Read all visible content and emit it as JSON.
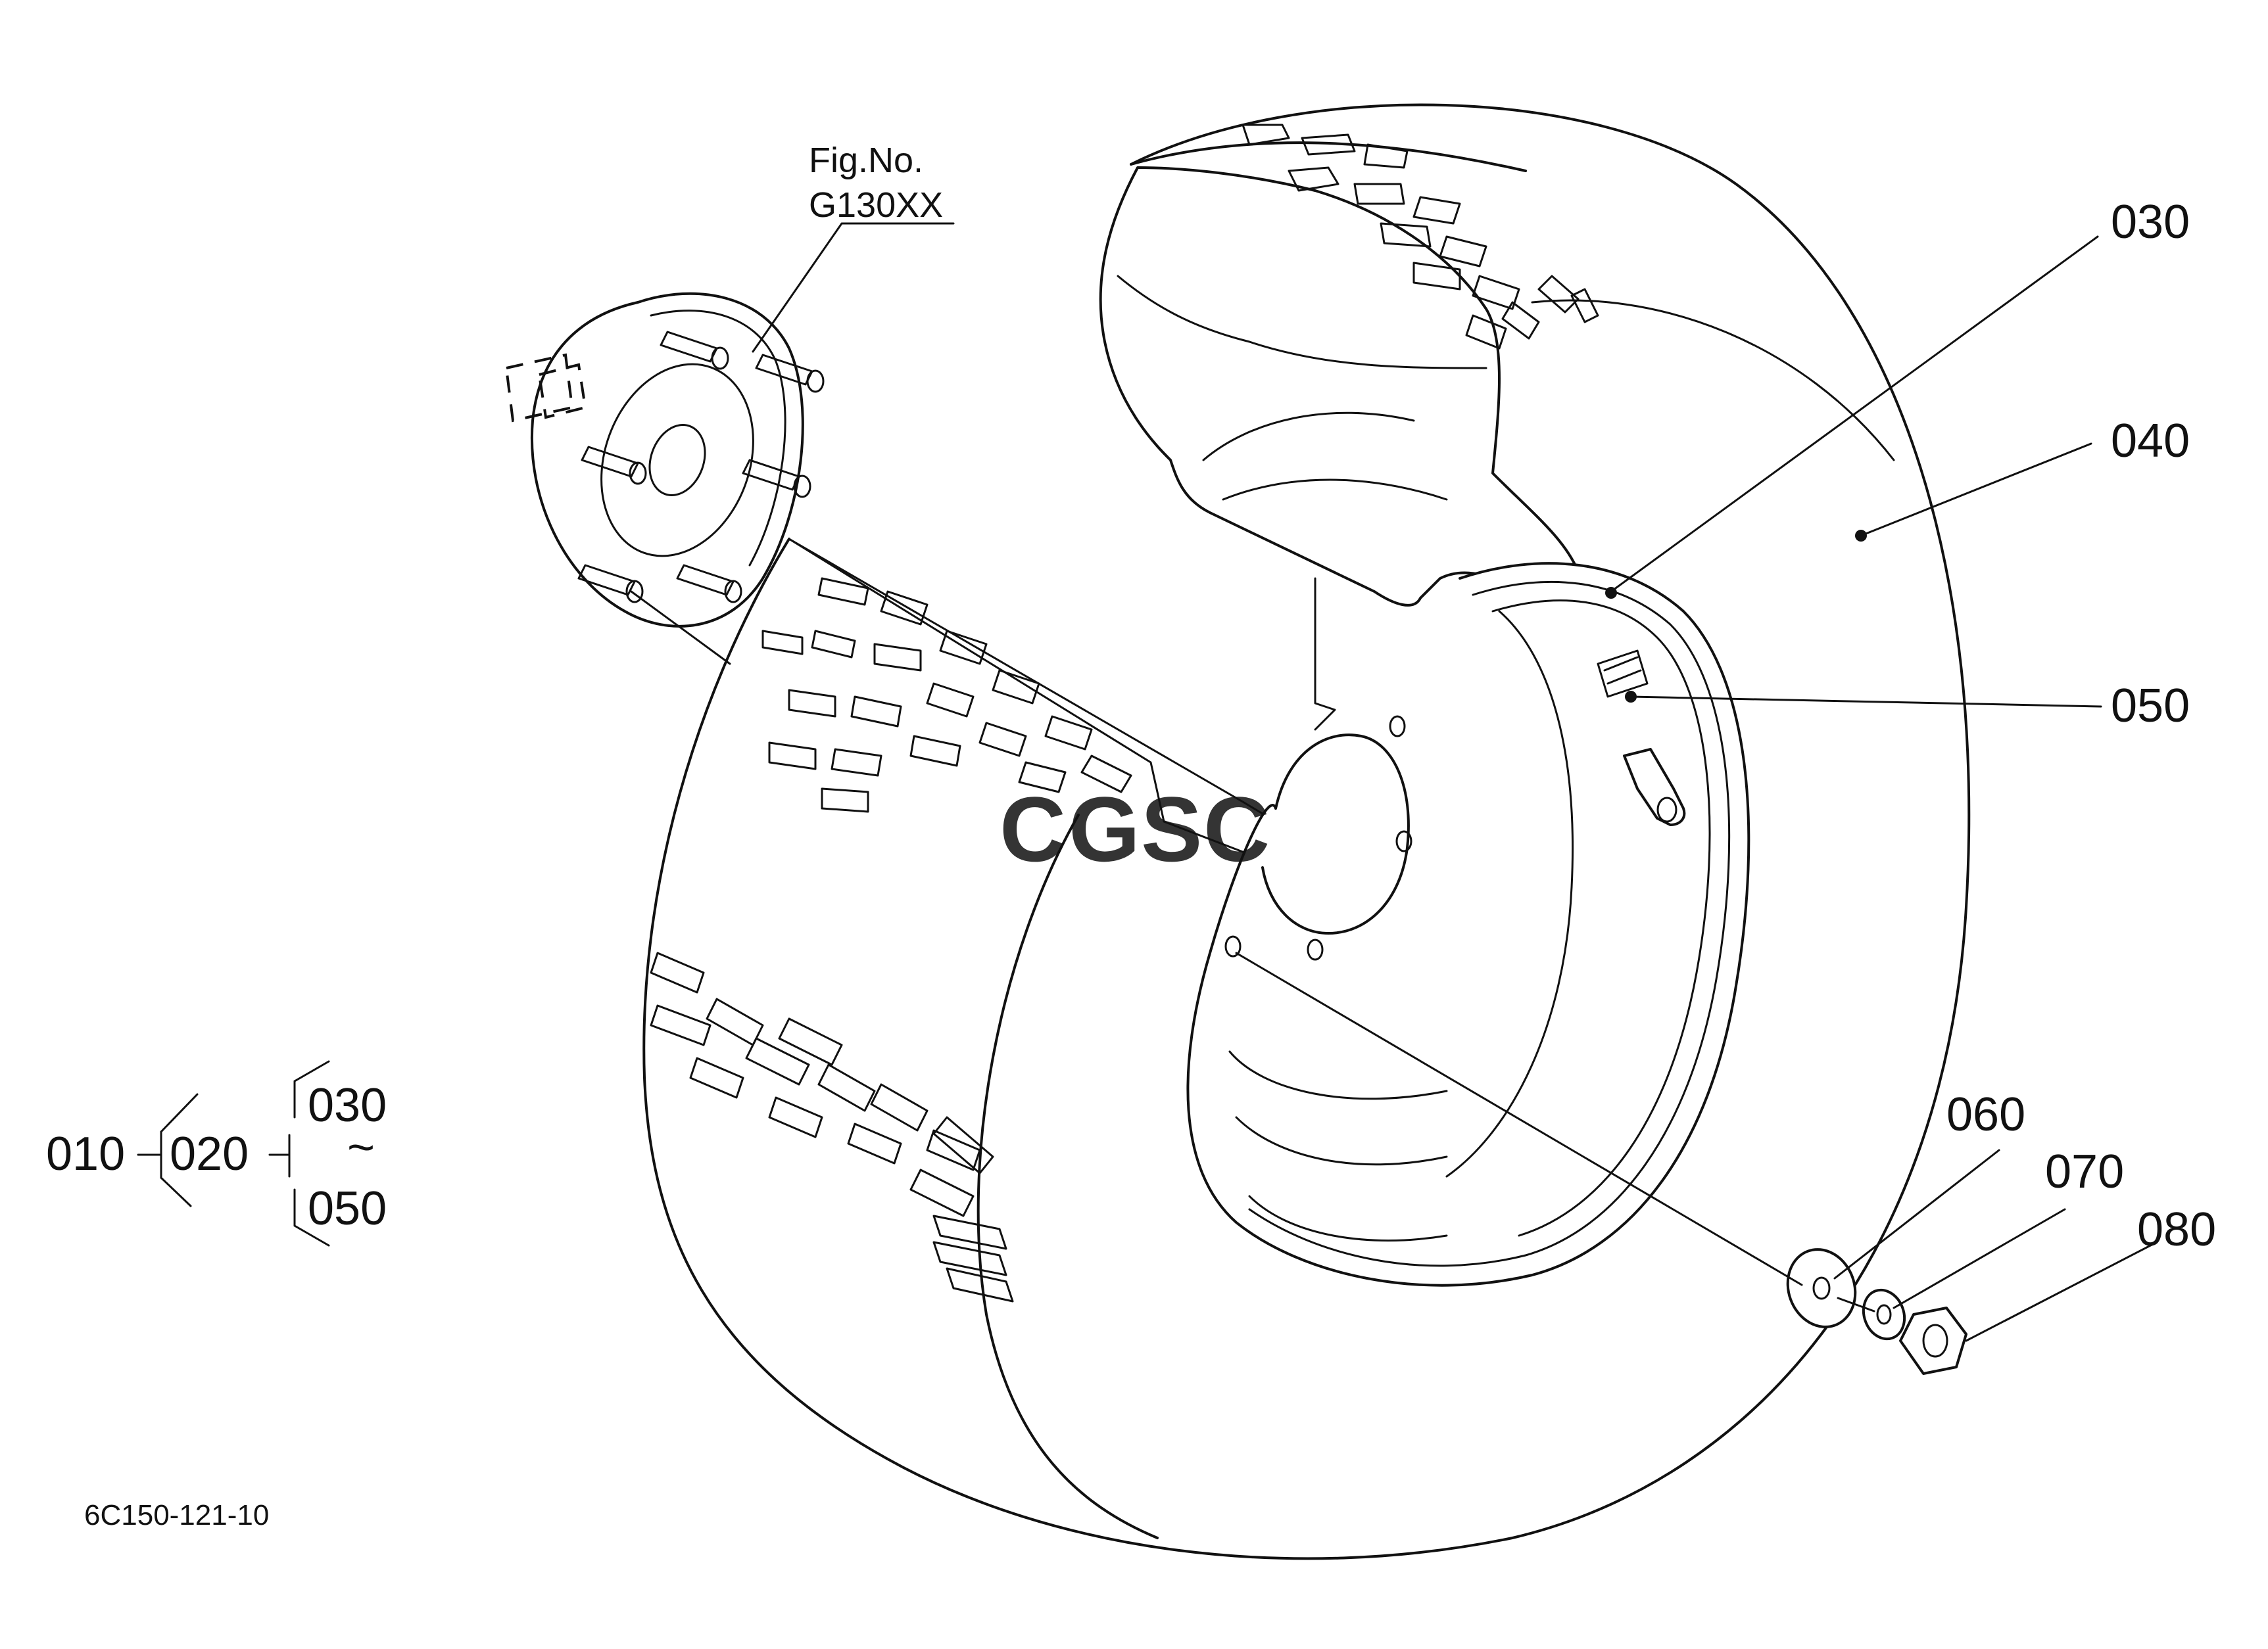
{
  "figure": {
    "fig_label": "Fig.No.",
    "fig_number": "G130XX",
    "drawing_code": "6C150-121-10"
  },
  "callouts": [
    {
      "id": "030",
      "label": "030"
    },
    {
      "id": "040",
      "label": "040"
    },
    {
      "id": "050",
      "label": "050"
    },
    {
      "id": "060",
      "label": "060"
    },
    {
      "id": "070",
      "label": "070"
    },
    {
      "id": "080",
      "label": "080"
    }
  ],
  "assembly_tree": {
    "root": "010",
    "sub": "020",
    "range_start": "030",
    "range_sep": "~",
    "range_end": "050"
  },
  "watermark": {
    "letters": [
      "C",
      "G",
      "S",
      "C"
    ],
    "colors": [
      "#4a86e8",
      "#ea5a4d",
      "#f4c430",
      "#34a853"
    ]
  }
}
